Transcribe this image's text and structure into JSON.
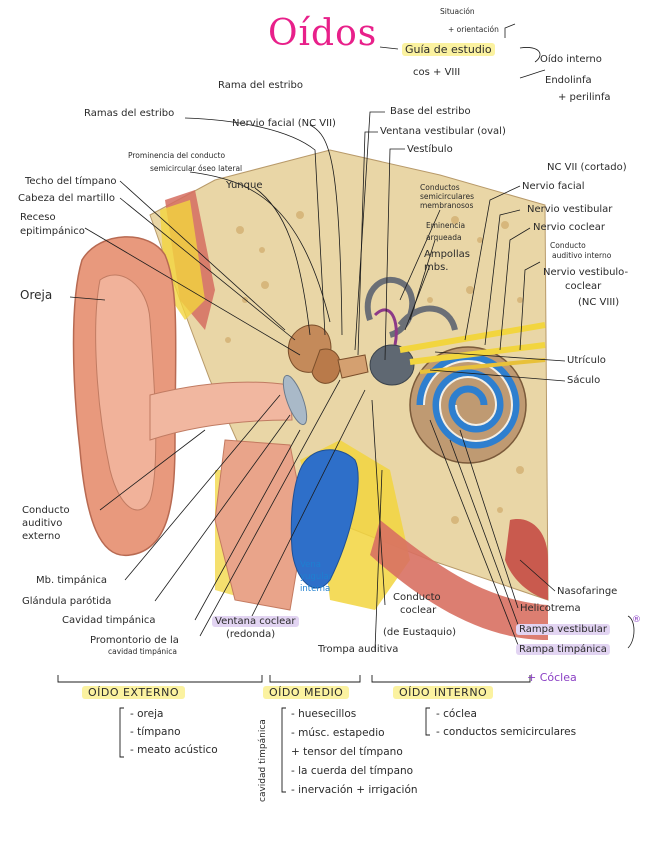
{
  "header": {
    "title": "Oídos",
    "guide": "Guía de estudio",
    "note_situacion": "Situación",
    "note_orientacion": "+ orientación",
    "note_cos": "cos + VIII",
    "note_oido_interno": "Oído interno",
    "note_endolinfa": "Endolinfa",
    "note_perilinfa": "+ perilinfa"
  },
  "labels": {
    "rama_estribo": "Rama del estribo",
    "ramas_estribo": "Ramas del estribo",
    "nervio_facial_vii": "Nervio facial (NC VII)",
    "base_estribo": "Base del estribo",
    "ventana_vestibular": "Ventana vestibular (oval)",
    "vestibulo": "Vestíbulo",
    "prominencia_1": "Prominencia del conducto",
    "prominencia_2": "semicircular óseo lateral",
    "yunque": "Yunque",
    "techo_timpano": "Techo del tímpano",
    "cabeza_martillo": "Cabeza del martillo",
    "receso_1": "Receso",
    "receso_2": "epitimpánico",
    "conductos_1": "Conductos",
    "conductos_2": "semicirculares",
    "conductos_3": "membranosos",
    "eminencia_1": "Eminencia",
    "eminencia_2": "arqueada",
    "ampollas_1": "Ampollas",
    "ampollas_2": "mbs.",
    "nc_vii_cortado": "NC VII (cortado)",
    "nervio_facial": "Nervio facial",
    "nervio_vestibular": "Nervio vestibular",
    "nervio_coclear": "Nervio coclear",
    "conducto_auditivo_interno_1": "Conducto",
    "conducto_auditivo_interno_2": "auditivo interno",
    "nervio_vest_1": "Nervio vestibulo-",
    "nervio_vest_2": "coclear",
    "nervio_vest_3": "(NC VIII)",
    "oreja": "Oreja",
    "utriculo": "Utrículo",
    "saculo": "Sáculo",
    "conducto_externo_1": "Conducto",
    "conducto_externo_2": "auditivo",
    "conducto_externo_3": "externo",
    "vena_1": "Vena",
    "vena_2": "yugular",
    "vena_3": "interna",
    "mb_timpanica": "Mb. timpánica",
    "glandula_parotida": "Glándula parótida",
    "cavidad_timpanica": "Cavidad timpánica",
    "promontorio_1": "Promontorio de la",
    "promontorio_2": "cavidad timpánica",
    "ventana_coclear_1": "Ventana coclear",
    "ventana_coclear_2": "(redonda)",
    "conducto_coclear_1": "Conducto",
    "conducto_coclear_2": "coclear",
    "de_eustaquio": "(de Eustaquio)",
    "trompa_auditiva": "Trompa auditiva",
    "nasofaringe": "Nasofaringe",
    "helicotrema": "Helicotrema",
    "rampa_vestibular": "Rampa vestibular",
    "rampa_timpanica": "Rampa timpánica",
    "plus_coclea": "+ Cóclea"
  },
  "sections": {
    "externo": {
      "title": "OÍDO EXTERNO",
      "items": [
        "- oreja",
        "- tímpano",
        "- meato acústico"
      ]
    },
    "medio": {
      "title": "OÍDO MEDIO",
      "side": "cavidad timpánica",
      "items": [
        "- huesecillos",
        "- músc. estapedio",
        "+ tensor del tímpano",
        "- la cuerda del tímpano",
        "- inervación + irrigación"
      ]
    },
    "interno": {
      "title": "OÍDO INTERNO",
      "items": [
        "- cóclea",
        "- conductos semicirculares"
      ]
    }
  }
}
